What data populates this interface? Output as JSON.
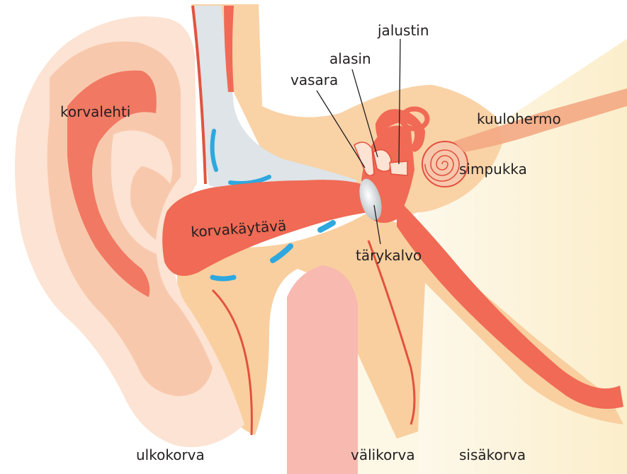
{
  "labels": {
    "auricle": "korvalehti",
    "ear_canal": "korvakäytävä",
    "malleus": "vasara",
    "incus": "alasin",
    "stapes": "jalustin",
    "eardrum": "tärykalvo",
    "auditory_nerve": "kuulohermo",
    "cochlea": "simpukka",
    "outer_ear": "ulkokorva",
    "middle_ear": "välikorva",
    "inner_ear": "sisäkorva"
  },
  "colors": {
    "skin_light": "#fce3d3",
    "skin_mid": "#f8c8ad",
    "ear_red": "#f06a55",
    "ear_red_dark": "#e3513d",
    "tissue": "#f9cf9f",
    "bone_grey": "#dde3e6",
    "fluid_blue": "#2ea8df",
    "middle_zone": "#fdf6e4",
    "inner_zone": "#fbefcf",
    "pink": "#f7b9b0"
  }
}
